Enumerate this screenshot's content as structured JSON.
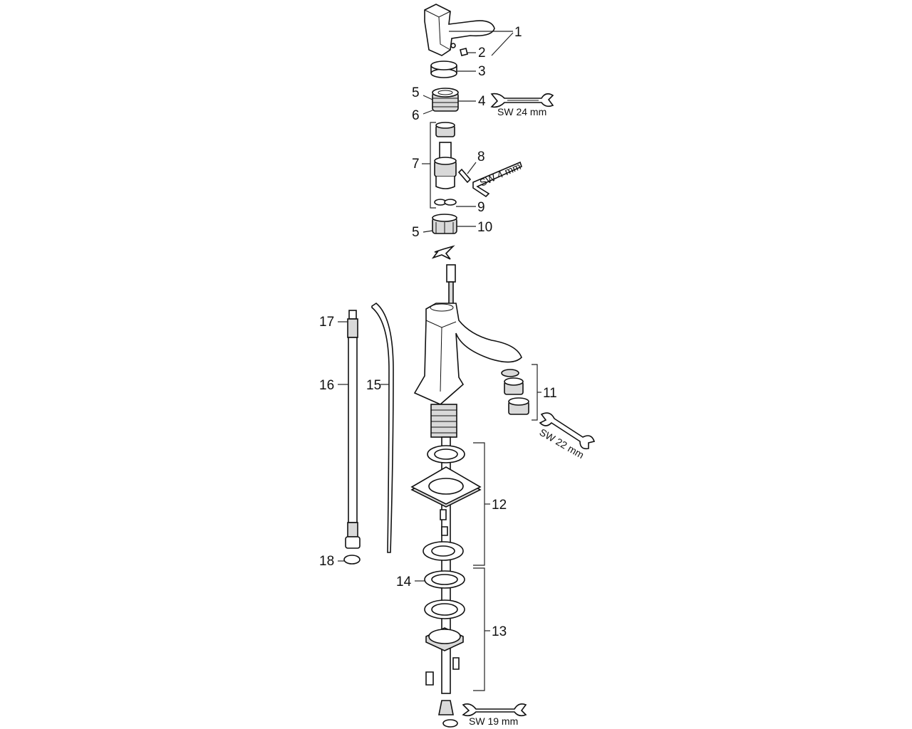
{
  "labels": {
    "p1": "1",
    "p2": "2",
    "p3": "3",
    "p4": "4",
    "p5a": "5",
    "p5b": "5",
    "p6": "6",
    "p7": "7",
    "p8": "8",
    "p9": "9",
    "p10": "10",
    "p11": "11",
    "p12": "12",
    "p13": "13",
    "p14": "14",
    "p15": "15",
    "p16": "16",
    "p17": "17",
    "p18": "18"
  },
  "tools": {
    "wrench_24": "SW 24 mm",
    "hex_key_4": "SW 4 mm",
    "wrench_22": "SW 22 mm",
    "wrench_19": "SW 19 mm"
  }
}
